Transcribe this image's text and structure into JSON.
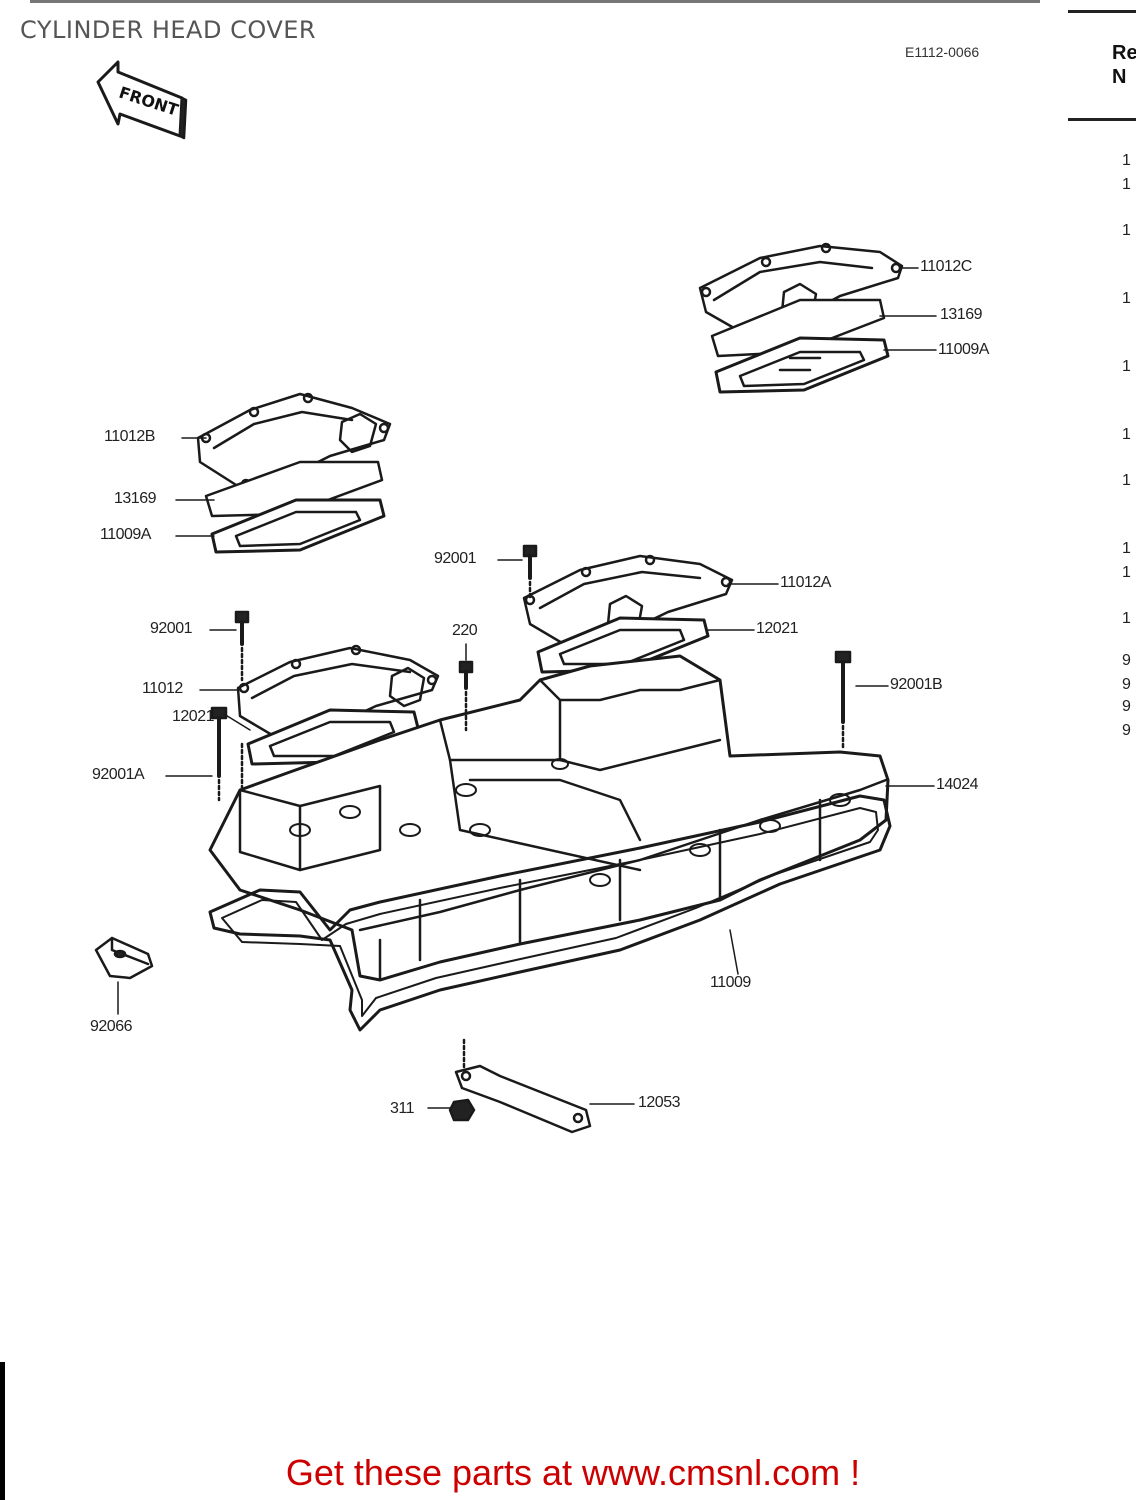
{
  "header": {
    "title": "CYLINDER HEAD COVER",
    "diagram_code": "E1112-0066",
    "front_arrow_text": "FRONT"
  },
  "right_column": {
    "header_lines": [
      "Re",
      "N"
    ],
    "ref_digits": [
      "1",
      "1",
      "1",
      "1",
      "1",
      "1",
      "1",
      "1",
      "1",
      "1",
      "9",
      "9",
      "9",
      "9"
    ]
  },
  "callouts": [
    {
      "id": "c1",
      "text": "11012C"
    },
    {
      "id": "c2",
      "text": "13169"
    },
    {
      "id": "c3",
      "text": "11009A"
    },
    {
      "id": "c4",
      "text": "11012B"
    },
    {
      "id": "c5",
      "text": "13169"
    },
    {
      "id": "c6",
      "text": "11009A"
    },
    {
      "id": "c7",
      "text": "92001"
    },
    {
      "id": "c8",
      "text": "11012A"
    },
    {
      "id": "c9",
      "text": "92001"
    },
    {
      "id": "c10",
      "text": "220"
    },
    {
      "id": "c11",
      "text": "12021"
    },
    {
      "id": "c12",
      "text": "11012"
    },
    {
      "id": "c13",
      "text": "92001B"
    },
    {
      "id": "c14",
      "text": "12021"
    },
    {
      "id": "c15",
      "text": "92001A"
    },
    {
      "id": "c16",
      "text": "14024"
    },
    {
      "id": "c17",
      "text": "11009"
    },
    {
      "id": "c18",
      "text": "92066"
    },
    {
      "id": "c19",
      "text": "311"
    },
    {
      "id": "c20",
      "text": "12053"
    }
  ],
  "footer": {
    "promo_text": "Get these parts at www.cmsnl.com !",
    "promo_color": "#cc0000"
  }
}
